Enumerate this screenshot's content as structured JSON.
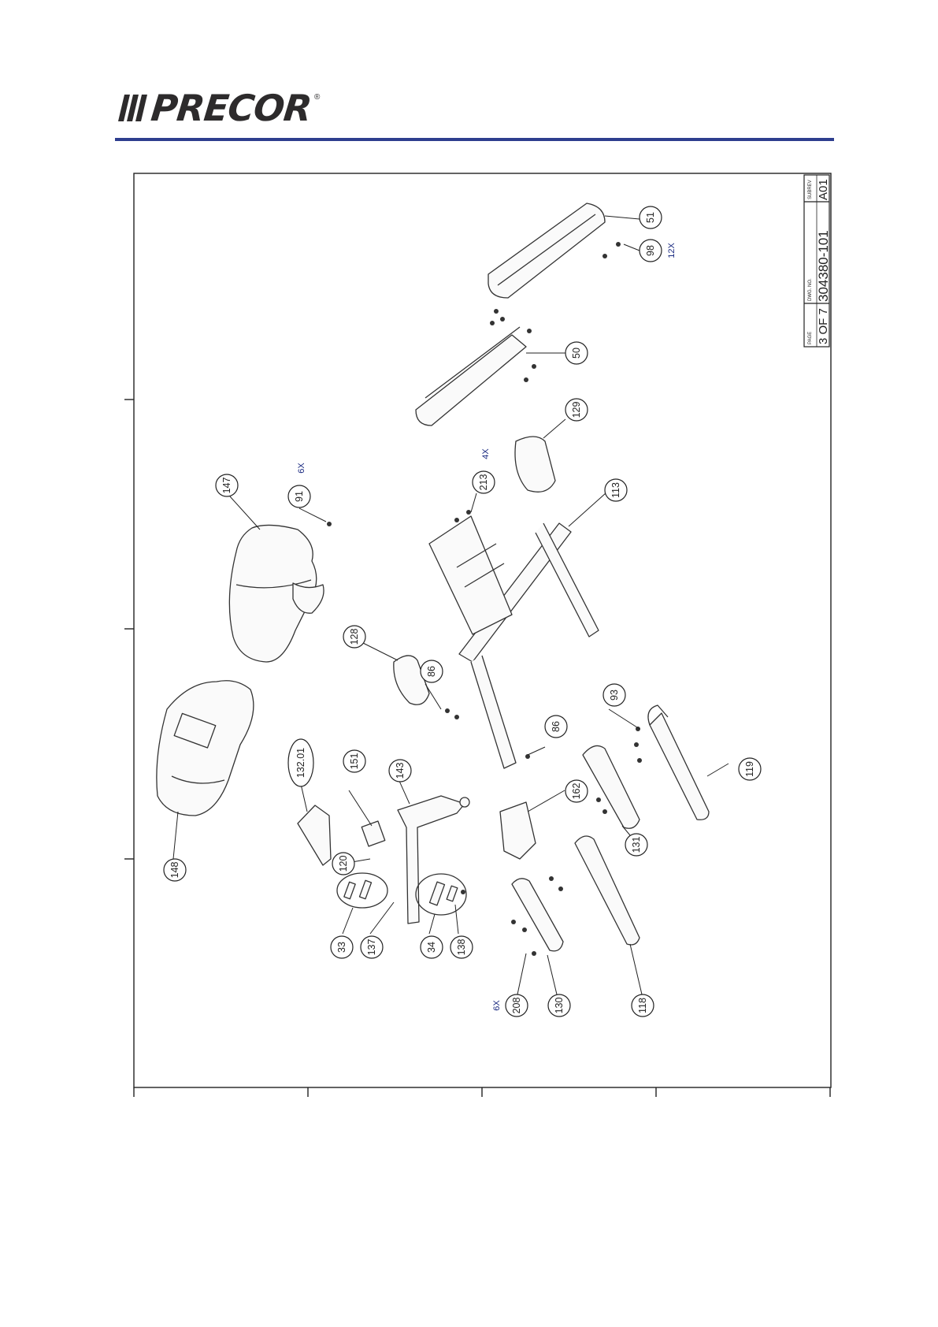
{
  "brand": {
    "name": "PRECOR",
    "registered": "®"
  },
  "title_block": {
    "page_label": "PAGE",
    "page_value": "3 OF 7",
    "dwg_label": "DWG. NO.",
    "dwg_value": "304380-101",
    "rev_label": "SUBREV",
    "rev_value": "A01"
  },
  "callouts": [
    {
      "id": "c51",
      "label": "51"
    },
    {
      "id": "c98",
      "label": "98",
      "qty": "12X"
    },
    {
      "id": "c50",
      "label": "50"
    },
    {
      "id": "c129",
      "label": "129"
    },
    {
      "id": "c213",
      "label": "213",
      "qty": "4X"
    },
    {
      "id": "c113",
      "label": "113"
    },
    {
      "id": "c147",
      "label": "147"
    },
    {
      "id": "c91",
      "label": "91",
      "qty": "6X"
    },
    {
      "id": "c128",
      "label": "128"
    },
    {
      "id": "c86a",
      "label": "86"
    },
    {
      "id": "c86b",
      "label": "86"
    },
    {
      "id": "c93",
      "label": "93"
    },
    {
      "id": "c119",
      "label": "119"
    },
    {
      "id": "c148",
      "label": "148"
    },
    {
      "id": "c132",
      "label": "132.01"
    },
    {
      "id": "c151",
      "label": "151"
    },
    {
      "id": "c143",
      "label": "143"
    },
    {
      "id": "c162",
      "label": "162"
    },
    {
      "id": "c131",
      "label": "131"
    },
    {
      "id": "c120",
      "label": "120"
    },
    {
      "id": "c33",
      "label": "33"
    },
    {
      "id": "c137",
      "label": "137"
    },
    {
      "id": "c34",
      "label": "34"
    },
    {
      "id": "c138",
      "label": "138"
    },
    {
      "id": "c208",
      "label": "208",
      "qty": "6X"
    },
    {
      "id": "c130",
      "label": "130"
    },
    {
      "id": "c118",
      "label": "118"
    }
  ],
  "colors": {
    "rule": "#2e3e8e",
    "ink": "#222222",
    "qty": "#1a2a80"
  }
}
